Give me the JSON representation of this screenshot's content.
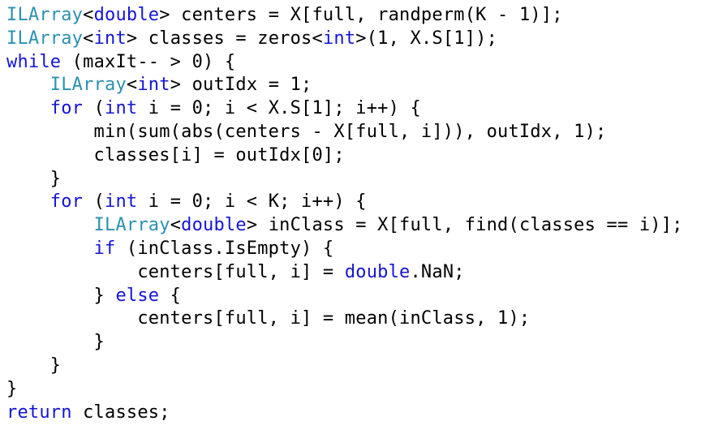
{
  "colors": {
    "type": "#2b91af",
    "keyword": "#1414d8",
    "plain": "#000000"
  },
  "lines": [
    [
      [
        "ILArray",
        "type"
      ],
      [
        "<",
        "plain"
      ],
      [
        "double",
        "kw"
      ],
      [
        "> centers = X[full, randperm(K - 1)];",
        "plain"
      ]
    ],
    [
      [
        "ILArray",
        "type"
      ],
      [
        "<",
        "plain"
      ],
      [
        "int",
        "kw"
      ],
      [
        "> classes = zeros<",
        "plain"
      ],
      [
        "int",
        "kw"
      ],
      [
        ">(1, X.S[1]);",
        "plain"
      ]
    ],
    [
      [
        "while",
        "kw"
      ],
      [
        " (maxIt-- > 0) {",
        "plain"
      ]
    ],
    [
      [
        "    ",
        "plain"
      ],
      [
        "ILArray",
        "type"
      ],
      [
        "<",
        "plain"
      ],
      [
        "int",
        "kw"
      ],
      [
        "> outIdx = 1;",
        "plain"
      ]
    ],
    [
      [
        "    ",
        "plain"
      ],
      [
        "for",
        "kw"
      ],
      [
        " (",
        "plain"
      ],
      [
        "int",
        "kw"
      ],
      [
        " i = 0; i < X.S[1]; i++) {",
        "plain"
      ]
    ],
    [
      [
        "        min(sum(abs(centers - X[full, i])), outIdx, 1);",
        "plain"
      ]
    ],
    [
      [
        "        classes[i] = outIdx[0];",
        "plain"
      ]
    ],
    [
      [
        "    }",
        "plain"
      ]
    ],
    [
      [
        "    ",
        "plain"
      ],
      [
        "for",
        "kw"
      ],
      [
        " (",
        "plain"
      ],
      [
        "int",
        "kw"
      ],
      [
        " i = 0; i < K; i++) {",
        "plain"
      ]
    ],
    [
      [
        "        ",
        "plain"
      ],
      [
        "ILArray",
        "type"
      ],
      [
        "<",
        "plain"
      ],
      [
        "double",
        "kw"
      ],
      [
        "> inClass = X[full, find(classes == i)];",
        "plain"
      ]
    ],
    [
      [
        "        ",
        "plain"
      ],
      [
        "if",
        "kw"
      ],
      [
        " (inClass.IsEmpty) {",
        "plain"
      ]
    ],
    [
      [
        "            centers[full, i] = ",
        "plain"
      ],
      [
        "double",
        "kw"
      ],
      [
        ".NaN;",
        "plain"
      ]
    ],
    [
      [
        "        } ",
        "plain"
      ],
      [
        "else",
        "kw"
      ],
      [
        " {",
        "plain"
      ]
    ],
    [
      [
        "            centers[full, i] = mean(inClass, 1);",
        "plain"
      ]
    ],
    [
      [
        "        }",
        "plain"
      ]
    ],
    [
      [
        "    }",
        "plain"
      ]
    ],
    [
      [
        "}",
        "plain"
      ]
    ],
    [
      [
        "return",
        "kw"
      ],
      [
        " classes;",
        "plain"
      ]
    ]
  ]
}
